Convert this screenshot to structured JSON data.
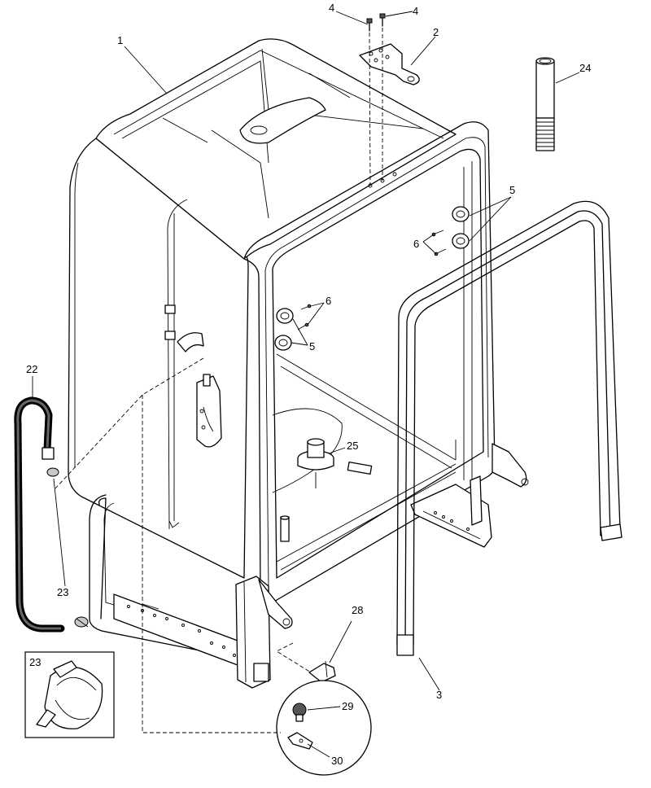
{
  "callouts": {
    "c1": "1",
    "c2": "2",
    "c3": "3",
    "c4a": "4",
    "c4b": "4",
    "c5a": "5",
    "c5b": "5",
    "c6a": "6",
    "c6b": "6",
    "c22": "22",
    "c23a": "23",
    "c23b": "23",
    "c24": "24",
    "c25": "25",
    "c28": "28",
    "c29": "29",
    "c30": "30"
  }
}
